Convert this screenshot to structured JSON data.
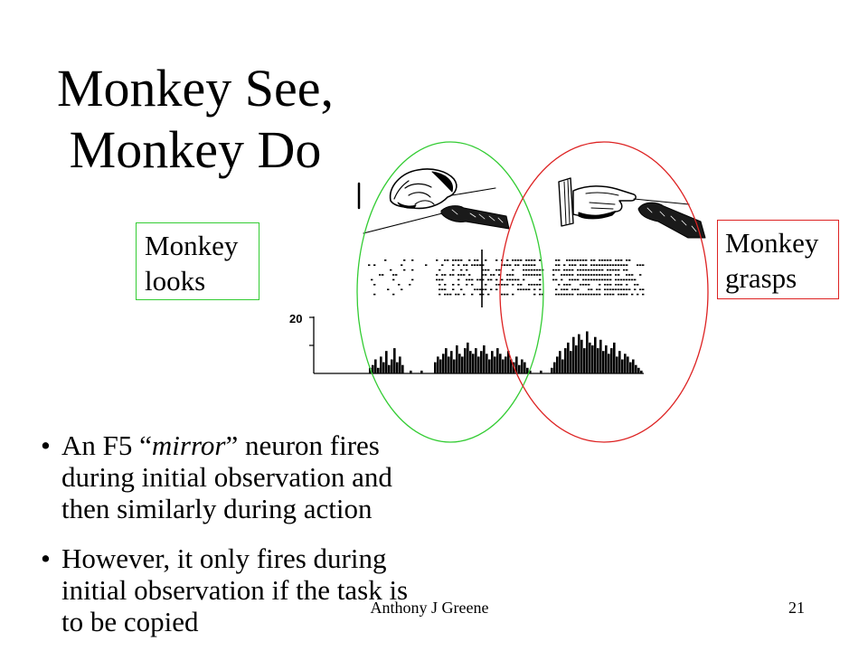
{
  "slide": {
    "title_line1": "Monkey See,",
    "title_line2": "Monkey Do",
    "label_looks": "Monkey looks",
    "label_grasps": "Monkey grasps",
    "bullet": "•",
    "bullets": [
      {
        "line1_pre": "An F5 “",
        "line1_em": "mirror",
        "line1_post": "” neuron fires",
        "line2": "during initial observation and",
        "line3": "then similarly during action"
      },
      {
        "line1": "However, it only fires during",
        "line2": "initial observation if the task is",
        "line3": "to be copied"
      }
    ],
    "footer_author": "Anthony J Greene",
    "page_number": "21"
  },
  "colors": {
    "looks_accent": "#33cc33",
    "grasps_accent": "#dd2222",
    "ink": "#000000"
  },
  "figure": {
    "y_tick_label": "20",
    "y_max": 20,
    "histogram_bins": [
      0,
      2,
      3,
      5,
      2,
      6,
      4,
      8,
      3,
      5,
      9,
      4,
      6,
      3,
      0,
      0,
      1,
      0,
      0,
      0,
      1,
      0,
      0,
      0,
      0,
      4,
      6,
      5,
      7,
      9,
      6,
      8,
      5,
      10,
      7,
      6,
      9,
      11,
      8,
      7,
      9,
      6,
      8,
      10,
      7,
      5,
      8,
      6,
      9,
      7,
      5,
      6,
      8,
      5,
      4,
      6,
      3,
      5,
      4,
      2,
      1,
      0,
      0,
      0,
      1,
      0,
      0,
      0,
      2,
      4,
      6,
      8,
      5,
      9,
      11,
      8,
      13,
      10,
      14,
      12,
      9,
      15,
      11,
      10,
      13,
      9,
      12,
      8,
      10,
      7,
      9,
      11,
      6,
      8,
      5,
      7,
      6,
      4,
      5,
      3,
      2,
      1
    ]
  }
}
